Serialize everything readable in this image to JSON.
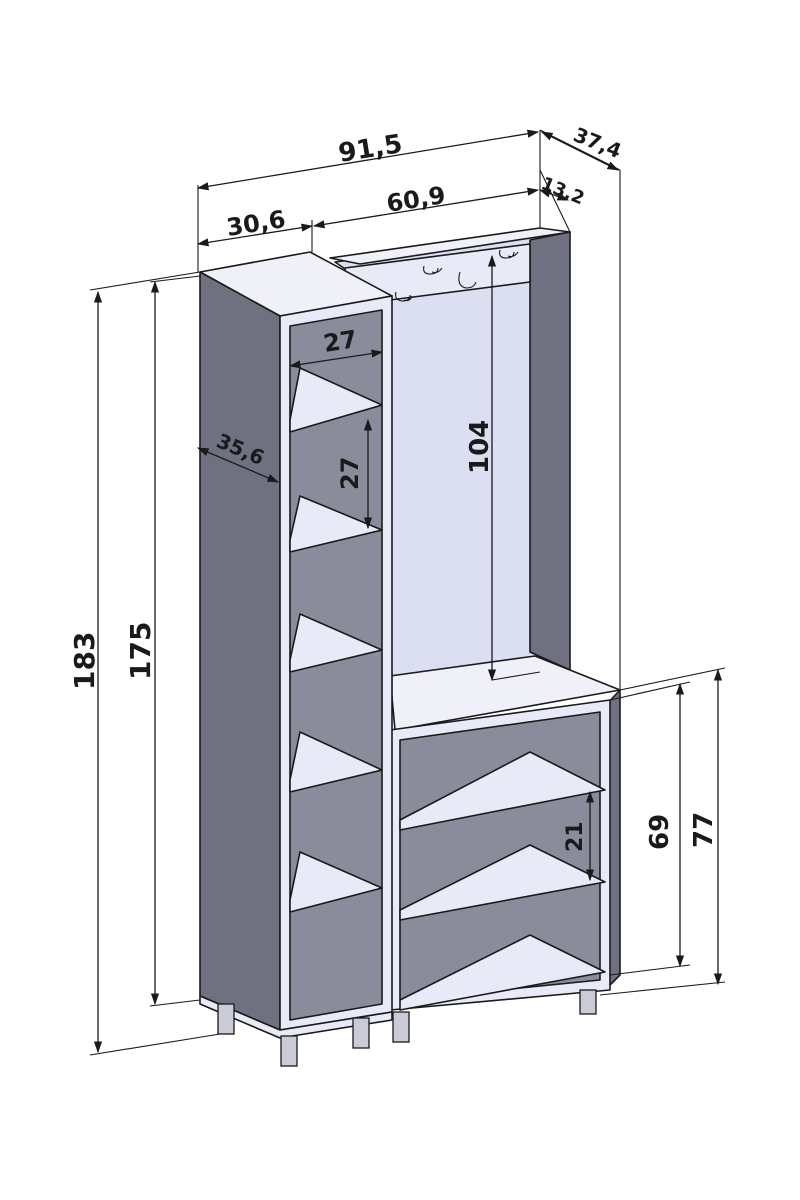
{
  "colors": {
    "front": "#e8eaf7",
    "side": "#6f7180",
    "inner": "#8a8c9c",
    "top": "#f0f1f8",
    "back_panel": "#dcdff2",
    "leg": "#c9cbd6",
    "line": "#1a1a1a"
  },
  "dimensions": {
    "total_width": "91,5",
    "depth_total": "37,4",
    "left_width": "30,6",
    "right_width": "60,9",
    "right_depth": "13,2",
    "side_depth": "35,6",
    "shelf_width": "27",
    "shelf_spacing": "27",
    "hanger_height": "104",
    "total_height": "183",
    "body_height": "175",
    "bench_body_height": "69",
    "bench_total_height": "77",
    "bench_shelf_spacing": "21"
  },
  "icons": {
    "hooks": "coat-hook-icon"
  }
}
